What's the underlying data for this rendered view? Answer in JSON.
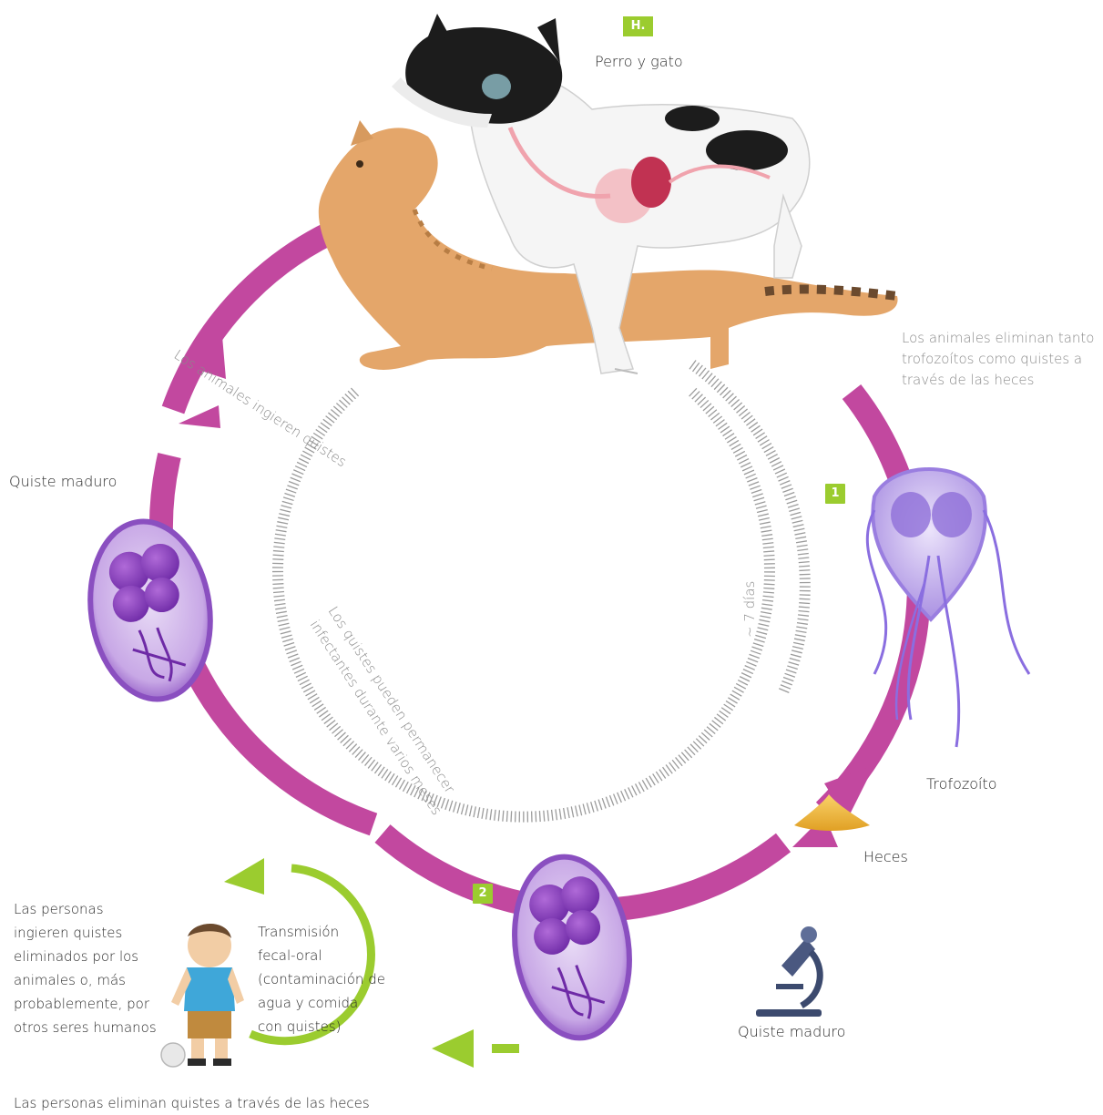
{
  "badges": {
    "host": "H.",
    "step1": "1",
    "step2": "2"
  },
  "labels": {
    "host": "Perro y gato",
    "animals_shed": [
      "Los animales eliminan tanto",
      "trofozoítos como quistes a",
      "través de las heces"
    ],
    "animals_ingest": "Los animales ingieren quistes",
    "mature_cyst_left": "Quiste maduro",
    "days": "~ 7 días",
    "cysts_remain": [
      "Los quistes pueden permanecer",
      "infectantes durante varios meses"
    ],
    "trophozoite": "Trofozoíto",
    "feces": "Heces",
    "mature_cyst_bottom": "Quiste maduro",
    "people_ingest": [
      "Las personas",
      "ingieren quistes",
      "eliminados por los",
      "animales o, más",
      "probablemente, por",
      "otros seres humanos"
    ],
    "transmission": [
      "Transmisión",
      "fecal-oral",
      "(contaminación de",
      "agua y comida",
      "con quistes)"
    ],
    "people_shed": "Las personas eliminan quistes a través de las heces"
  },
  "colors": {
    "cycle_ring": "#c2489f",
    "human_ring": "#9bcc2f",
    "badge": "#9bcc2f",
    "cyst": "#8a4fc0",
    "trophozoite": "#9a7ee0",
    "feces": "#f2b93a"
  },
  "icons": [
    "dog-illustration",
    "cat-illustration",
    "cyst-left-icon",
    "cyst-bottom-icon",
    "trophozoite-icon",
    "feces-icon",
    "microscope-icon",
    "child-icon"
  ]
}
